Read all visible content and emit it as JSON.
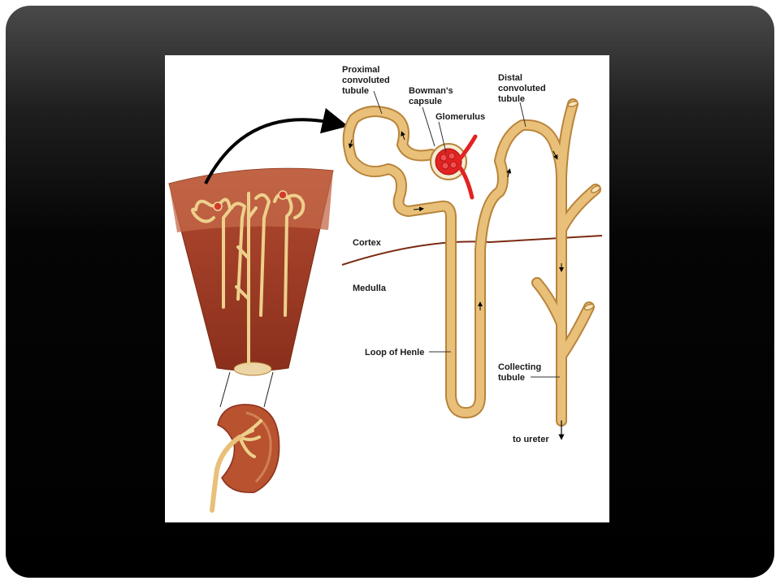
{
  "diagram": {
    "labels": {
      "proximal_tubule": [
        "Proximal",
        "convoluted",
        "tubule"
      ],
      "bowmans_capsule": [
        "Bowman's",
        "capsule"
      ],
      "glomerulus": "Glomerulus",
      "distal_tubule": [
        "Distal",
        "convoluted",
        "tubule"
      ],
      "cortex": "Cortex",
      "medulla": "Medulla",
      "loop_of_henle": "Loop of Henle",
      "collecting_tubule": [
        "Collecting",
        "tubule"
      ],
      "to_ureter": "to ureter"
    },
    "colors": {
      "tubule_fill": "#e9c07a",
      "tubule_outline": "#b8843a",
      "tissue": "#9b3a22",
      "tissue_light": "#c4684a",
      "blood_red": "#e32222",
      "boundary": "#7a2a12",
      "frame": "#000000"
    }
  }
}
